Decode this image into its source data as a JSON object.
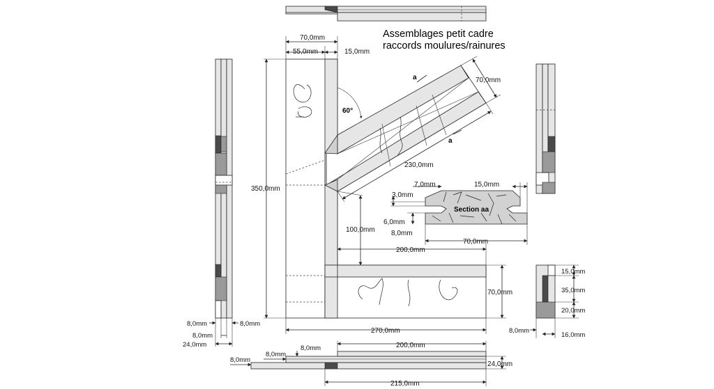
{
  "title": {
    "line1": "Assemblages petit cadre",
    "line2": "raccords moulures/rainures"
  },
  "angle_label": "60°",
  "section_label": "Section aa",
  "section_marker": "a",
  "dims": {
    "top_70": "70,0mm",
    "top_55": "55,0mm",
    "top_15": "15,0mm",
    "diag_70": "70,0mm",
    "diag_230": "230,0mm",
    "height_350": "350,0mm",
    "sec_7": "7,0mm",
    "sec_15": "15,0mm",
    "sec_3": "3,0mm",
    "sec_6": "6,0mm",
    "sec_8": "8,0mm",
    "sec_70": "70,0mm",
    "d_100": "100,0mm",
    "d_200": "200,0mm",
    "right_70": "70,0mm",
    "bottom_270": "270,0mm",
    "left_8a": "8,0mm",
    "left_8b": "8,0mm",
    "left_8c": "8,0mm",
    "left_24": "24,0mm",
    "r_15": "15,0mm",
    "r_35": "35,0mm",
    "r_20": "20,0mm",
    "r_8": "8,0mm",
    "r_16": "16,0mm",
    "b_8a": "8,0mm",
    "b_8b": "8,0mm",
    "b_8c": "8,0mm",
    "b_200": "200,0mm",
    "b_24": "24,0mm",
    "b_215": "215,0mm"
  }
}
